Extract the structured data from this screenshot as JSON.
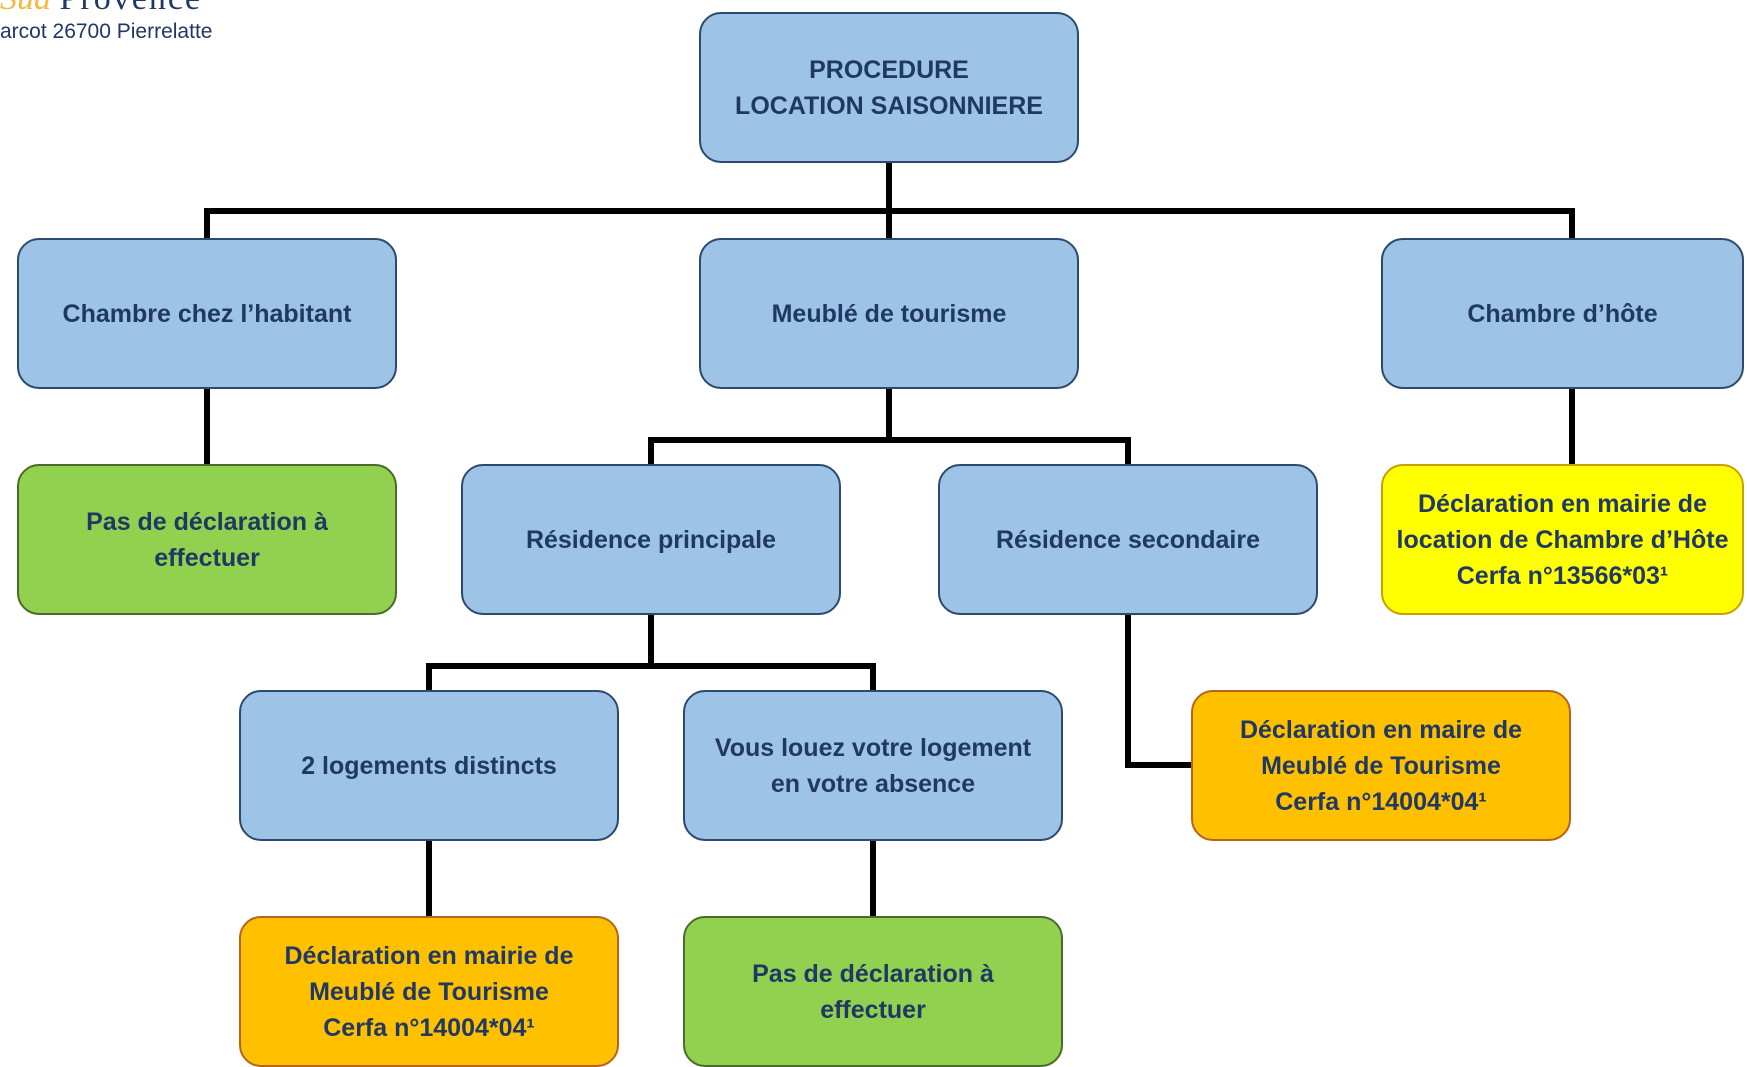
{
  "header": {
    "logo_part1": "Sud",
    "logo_part2": "Provence",
    "address": "arcot 26700 Pierrelatte"
  },
  "nodes": {
    "root": {
      "lines": [
        "PROCEDURE",
        "LOCATION SAISONNIERE"
      ]
    },
    "chambre_habitant": {
      "lines": [
        "Chambre chez l’habitant"
      ]
    },
    "meuble_tourisme": {
      "lines": [
        "Meublé de tourisme"
      ]
    },
    "chambre_hote": {
      "lines": [
        "Chambre d’hôte"
      ]
    },
    "pas_declaration_1": {
      "lines": [
        "Pas de déclaration à",
        "effectuer"
      ]
    },
    "residence_principale": {
      "lines": [
        "Résidence principale"
      ]
    },
    "residence_secondaire": {
      "lines": [
        "Résidence secondaire"
      ]
    },
    "declaration_chambre_hote": {
      "lines": [
        "Déclaration en mairie de",
        "location de Chambre d’Hôte",
        "Cerfa n°13566*03¹"
      ]
    },
    "deux_logements": {
      "lines": [
        "2 logements distincts"
      ]
    },
    "vous_louez": {
      "lines": [
        "Vous louez votre logement",
        "en votre absence"
      ]
    },
    "declaration_meuble_2": {
      "lines": [
        "Déclaration en maire de",
        "Meublé de Tourisme",
        "Cerfa n°14004*04¹"
      ]
    },
    "declaration_meuble_1": {
      "lines": [
        "Déclaration en mairie de",
        "Meublé de Tourisme",
        "Cerfa n°14004*04¹"
      ]
    },
    "pas_declaration_2": {
      "lines": [
        "Pas de déclaration à",
        "effectuer"
      ]
    }
  },
  "colors": {
    "box_blue": "#9dc3e6",
    "box_green": "#92d050",
    "box_orange": "#ffc000",
    "box_yellow": "#ffff00",
    "text": "#1f3864",
    "connector": "#000000"
  }
}
